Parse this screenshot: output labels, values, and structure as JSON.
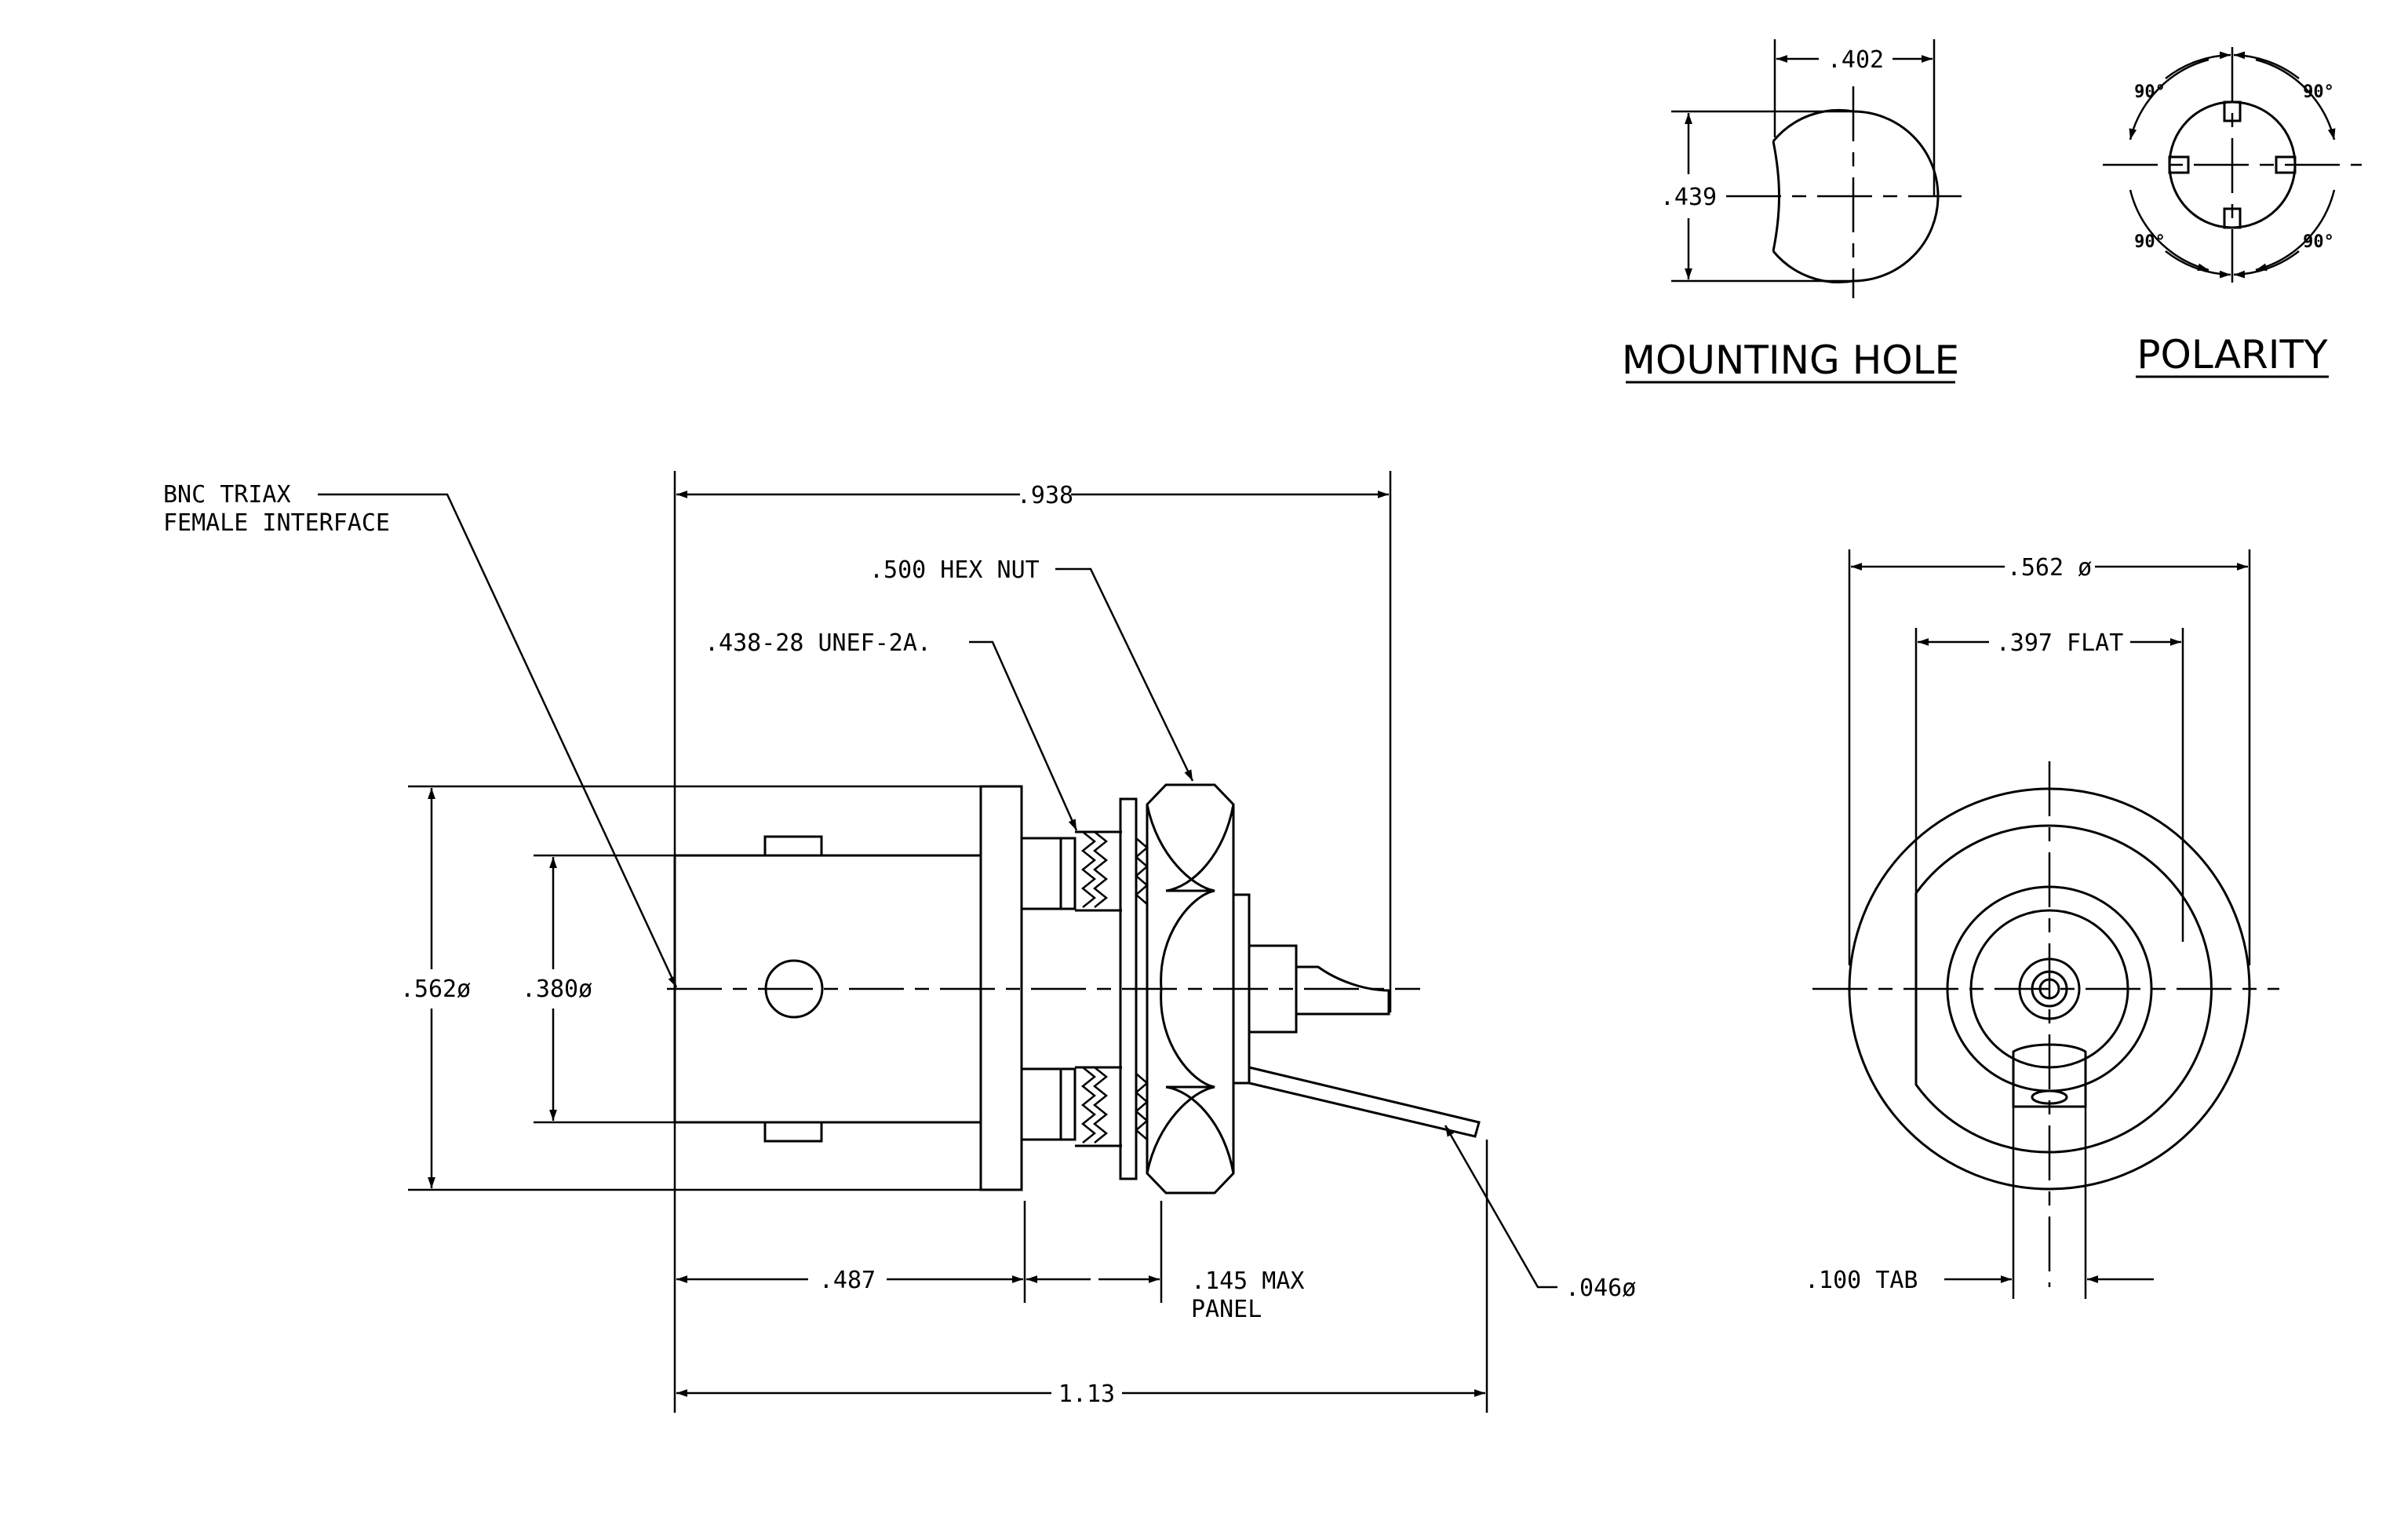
{
  "labels": {
    "bnc_line1": "BNC TRIAX",
    "bnc_line2": "FEMALE INTERFACE",
    "dim_938": ".938",
    "hex_nut": ".500 HEX NUT",
    "thread": ".438-28 UNEF-2A.",
    "dim_562_side": ".562ø",
    "dim_380": ".380ø",
    "dim_487": ".487",
    "panel_line1": ".145 MAX",
    "panel_line2": "PANEL",
    "dim_046": ".046ø",
    "dim_113": "1.13",
    "dim_562_front": ".562 ø",
    "dim_397": ".397 FLAT",
    "tab": ".100 TAB",
    "dim_402": ".402",
    "dim_439": ".439",
    "mounting_hole": "MOUNTING HOLE",
    "polarity": "POLARITY",
    "angle_90": "90°"
  }
}
